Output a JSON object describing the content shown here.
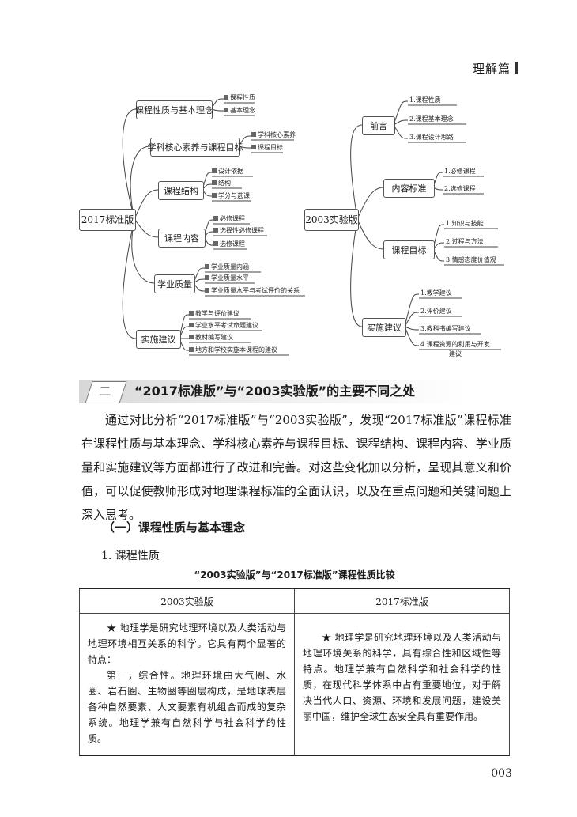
{
  "header": {
    "section": "理解篇"
  },
  "mindmap_2017": {
    "root": "2017标准版",
    "branches": [
      {
        "label": "课程性质与基本理念",
        "items": [
          "课程性质",
          "基本理念"
        ]
      },
      {
        "label": "学科核心素养与课程目标",
        "items": [
          "学科核心素养",
          "课程目标"
        ]
      },
      {
        "label": "课程结构",
        "items": [
          "设计依据",
          "结构",
          "学分与选课"
        ]
      },
      {
        "label": "课程内容",
        "items": [
          "必修课程",
          "选择性必修课程",
          "选修课程"
        ]
      },
      {
        "label": "学业质量",
        "items": [
          "学业质量内涵",
          "学业质量水平",
          "学业质量水平与考试评价的关系"
        ]
      },
      {
        "label": "实施建议",
        "items": [
          "教学与评价建议",
          "学业水平考试命题建议",
          "教材编写建议",
          "地方和学校实施本课程的建议"
        ]
      }
    ]
  },
  "mindmap_2003": {
    "root": "2003实验版",
    "branches": [
      {
        "label": "前言",
        "items": [
          "1.课程性质",
          "2.课程基本理念",
          "3.课程设计思路"
        ]
      },
      {
        "label": "内容标准",
        "items": [
          "1.必修课程",
          "2.选修课程"
        ]
      },
      {
        "label": "课程目标",
        "items": [
          "1.知识与技能",
          "2.过程与方法",
          "3.情感态度价值观"
        ]
      },
      {
        "label": "实施建议",
        "items": [
          "1.教学建议",
          "2.评价建议",
          "3.教科书编写建议",
          "4.课程资源的利用与开发",
          "建议"
        ]
      }
    ]
  },
  "section": {
    "number": "二",
    "title": "“2017标准版”与“2003实验版”的主要不同之处",
    "paragraph": "通过对比分析“2017标准版”与“2003实验版”，发现“2017标准版”课程标准在课程性质与基本理念、学科核心素养与课程目标、课程结构、课程内容、学业质量和实施建议等方面都进行了改进和完善。对这些变化加以分析，呈现其意义和价值，可以促使教师形成对地理课程标准的全面认识，以及在重点问题和关键问题上深入思考。"
  },
  "subsection": {
    "title": "（一）课程性质与基本理念",
    "item": "1. 课程性质"
  },
  "table": {
    "caption": "“2003实验版”与“2017标准版”课程性质比较",
    "headers": [
      "2003实验版",
      "2017标准版"
    ],
    "col1": {
      "p1": "★ 地理学是研究地理环境以及人类活动与地理环境相互关系的科学。它具有两个显著的特点：",
      "p2": "第一，综合性。地理环境由大气圈、水圈、岩石圈、生物圈等圈层构成，是地球表层各种自然要素、人文要素有机组合而成的复杂系统。地理学兼有自然科学与社会科学的性质。"
    },
    "col2": {
      "p1": "★ 地理学是研究地理环境以及人类活动与地理环境关系的科学，具有综合性和区域性等特点。地理学兼有自然科学和社会科学的性质，在现代科学体系中占有重要地位，对于解决当代人口、资源、环境和发展问题，建设美丽中国，维护全球生态安全具有重要作用。"
    }
  },
  "footer": {
    "page_number": "003"
  }
}
